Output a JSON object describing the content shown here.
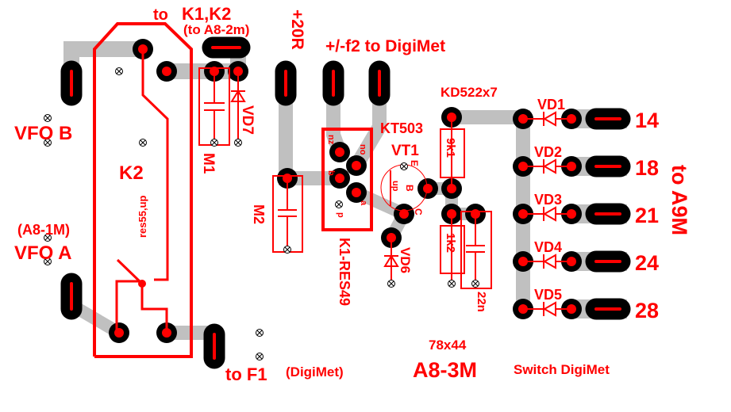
{
  "colors": {
    "silk": "#ff0000",
    "copper_trace": "#c0c0c0",
    "pad": "#000000",
    "background": "#ffffff"
  },
  "labels": {
    "to_top": "to",
    "k1k2": "K1,K2",
    "to_a8_2m": "(to A8-2m)",
    "plus20r": "+20R",
    "f2_digimet": "+/-f2 to DigiMet",
    "vfo_b": "VFO B",
    "k2": "K2",
    "k2_type": "res55,up",
    "a8_1m": "(A8-1M)",
    "vfo_a": "VFO A",
    "m1": "M1",
    "vd7": "VD7",
    "m2": "M2",
    "kd522": "KD522x7",
    "kt503": "KT503",
    "vt1": "VT1",
    "vt1_e": "E",
    "vt1_b": "B",
    "vt1_c": "C",
    "vt1_up": "up",
    "k1_nz": "nz",
    "k1_no": "no",
    "k1_b": "b",
    "k1_a": "a",
    "k1_p": "p",
    "k1_res49": "K1-RES49",
    "vd6": "VD6",
    "r_9k1": "9k1",
    "r_1k2": "1k2",
    "c_22n": "22n",
    "to_a9m": "to A9M",
    "to_f1": "to F1",
    "digimet": "(DigiMet)",
    "size": "78x44",
    "board_name": "A8-3M",
    "switch_digimet": "Switch DigiMet"
  },
  "bands": [
    {
      "diode": "VD1",
      "value": "14"
    },
    {
      "diode": "VD2",
      "value": "18"
    },
    {
      "diode": "VD3",
      "value": "21"
    },
    {
      "diode": "VD4",
      "value": "24"
    },
    {
      "diode": "VD5",
      "value": "28"
    }
  ]
}
